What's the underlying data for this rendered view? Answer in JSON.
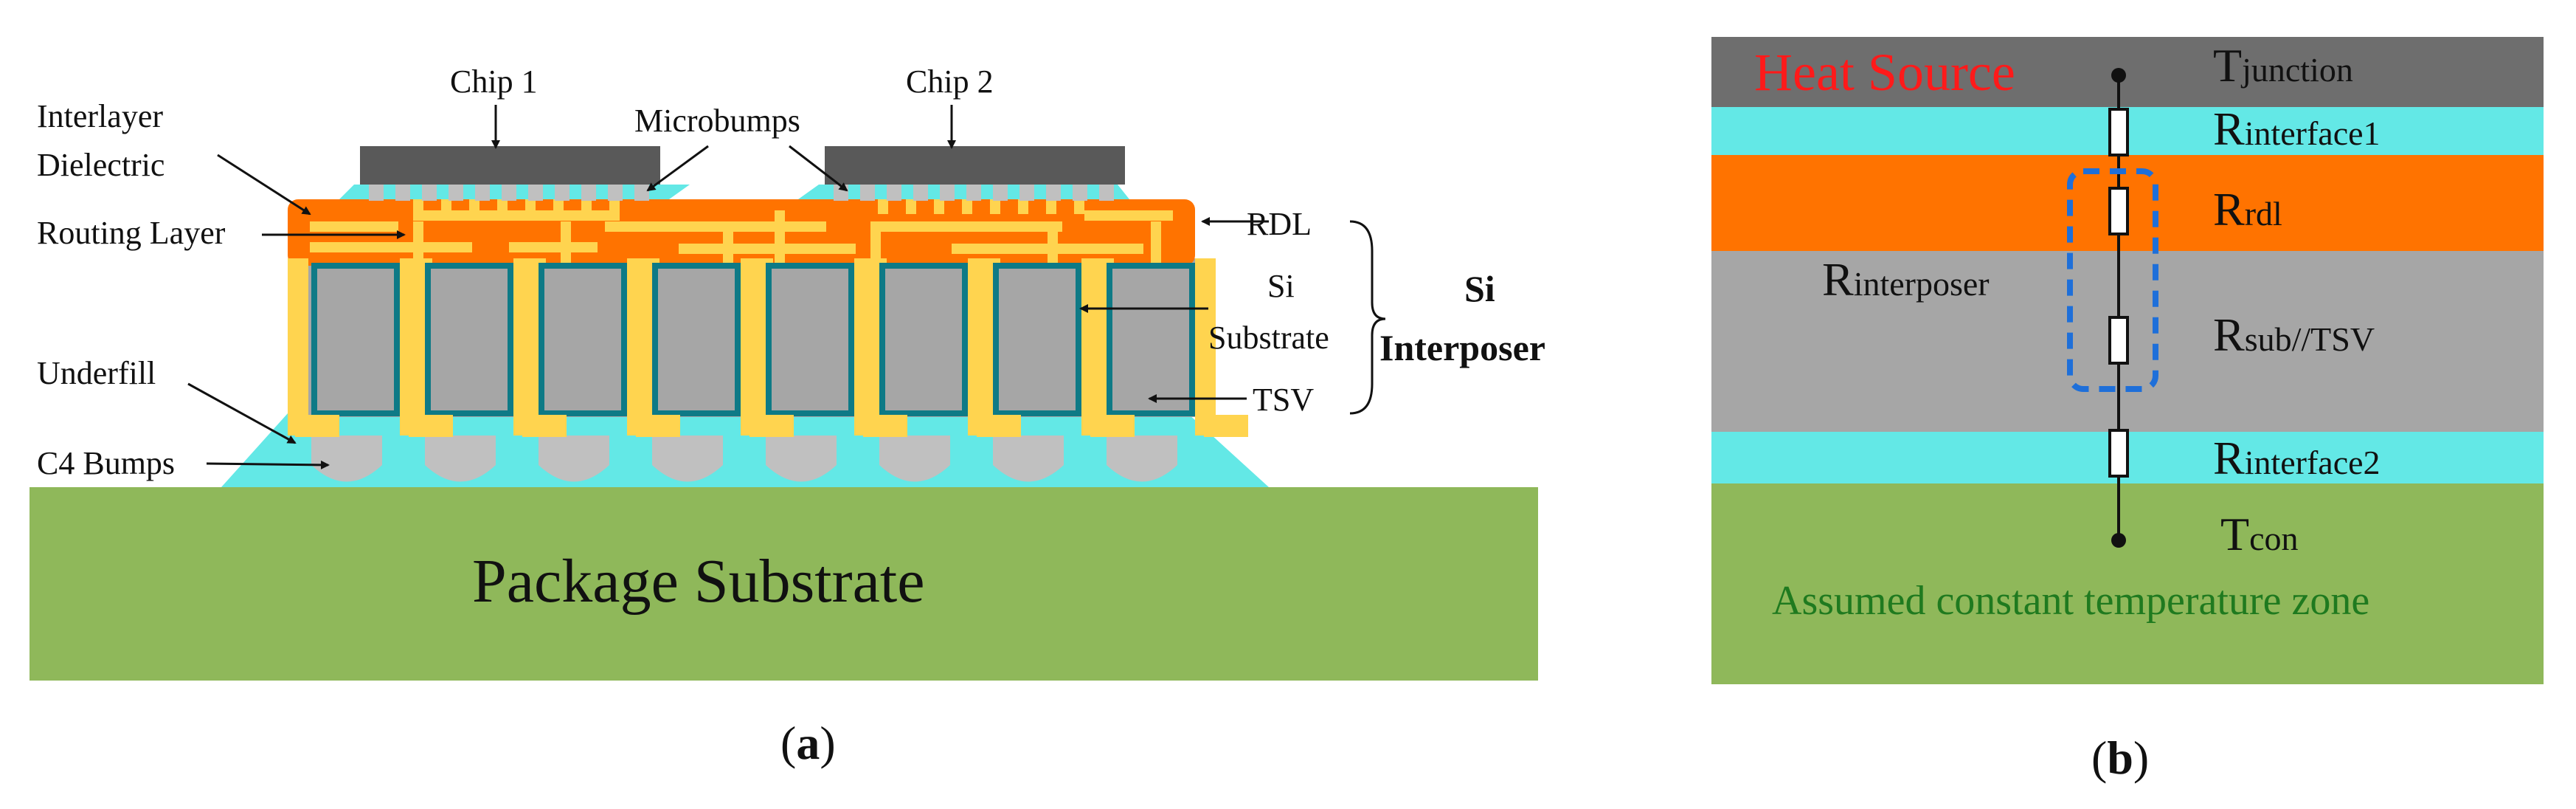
{
  "panel_a": {
    "caption_open": "(",
    "caption_letter": "a",
    "caption_close": ")",
    "labels": {
      "chip1": "Chip 1",
      "chip2": "Chip 2",
      "interlayer_line1": "Interlayer",
      "interlayer_line2": "Dielectric",
      "microbumps": "Microbumps",
      "routing_layer": "Routing Layer",
      "rdl": "RDL",
      "si_line1": "Si",
      "si_line2": "Substrate",
      "si_interposer_line1": "Si",
      "si_interposer_line2": "Interposer",
      "underfill": "Underfill",
      "tsv": "TSV",
      "c4_bumps": "C4 Bumps",
      "package_substrate": "Package Substrate"
    },
    "colors": {
      "chip": "#595959",
      "underfill": "#63e8e6",
      "rdl": "#ff7300",
      "routing": "#ffd44f",
      "substrate": "#a6a6a6",
      "tsv_liner": "#0e7a86",
      "package": "#8fb85a",
      "bump": "#c0c0c0"
    }
  },
  "panel_b": {
    "caption_open": "(",
    "caption_letter": "b",
    "caption_close": ")",
    "heat_source": "Heat Source",
    "t_junction": {
      "main": "T",
      "sub": "junction"
    },
    "r_interface1": {
      "main": "R",
      "sub": "interface1"
    },
    "r_rdl": {
      "main": "R",
      "sub": "rdl"
    },
    "r_interposer": {
      "main": "R",
      "sub": "interposer"
    },
    "r_sub_tsv": {
      "main": "R",
      "sub": "sub//TSV"
    },
    "r_interface2": {
      "main": "R",
      "sub": "interface2"
    },
    "t_con": {
      "main": "T",
      "sub": "con"
    },
    "constant_zone": "Assumed constant temperature zone",
    "colors": {
      "top": "#6e6e6e",
      "interface": "#63e8e6",
      "rdl": "#ff7300",
      "substrate": "#a6a6a6",
      "package": "#8fb85a",
      "heat_text": "#ff1a1a",
      "zone_text": "#1f7a1f",
      "dashed_box": "#1e6fd9"
    }
  }
}
